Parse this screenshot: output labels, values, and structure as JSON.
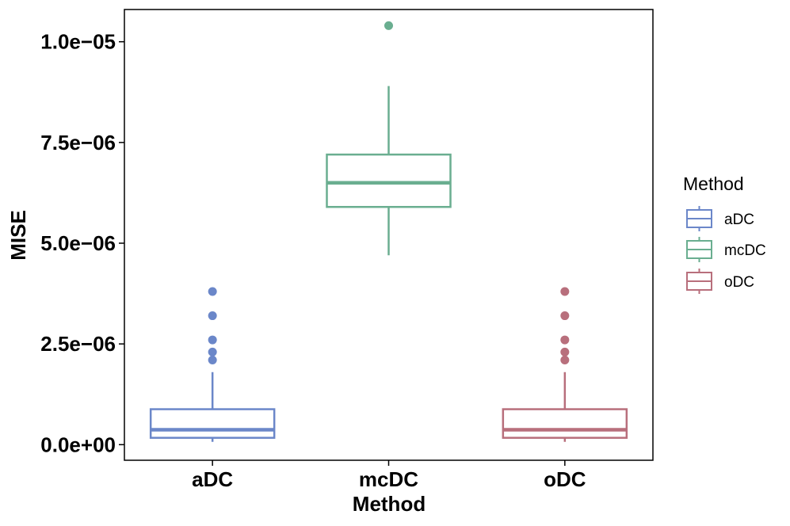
{
  "chart_data": {
    "type": "boxplot",
    "xlabel": "Method",
    "ylabel": "MISE",
    "ylim": [
      -3.87e-07,
      1.08e-05
    ],
    "yticks": [
      {
        "value": 0,
        "label": "0.0e+00"
      },
      {
        "value": 2.5e-06,
        "label": "2.5e−06"
      },
      {
        "value": 5e-06,
        "label": "5.0e−06"
      },
      {
        "value": 7.5e-06,
        "label": "7.5e−06"
      },
      {
        "value": 1e-05,
        "label": "1.0e−05"
      }
    ],
    "categories": [
      "aDC",
      "mcDC",
      "oDC"
    ],
    "boxes": [
      {
        "name": "aDC",
        "color": "#6b87c9",
        "whisker_low": 7e-08,
        "q1": 1.7e-07,
        "median": 3.7e-07,
        "q3": 8.8e-07,
        "whisker_high": 1.8e-06,
        "outliers": [
          2.1e-06,
          2.3e-06,
          2.6e-06,
          3.2e-06,
          3.8e-06
        ]
      },
      {
        "name": "mcDC",
        "color": "#6aae90",
        "whisker_low": 4.7e-06,
        "q1": 5.9e-06,
        "median": 6.5e-06,
        "q3": 7.2e-06,
        "whisker_high": 8.9e-06,
        "outliers": [
          1.04e-05
        ]
      },
      {
        "name": "oDC",
        "color": "#b86f7c",
        "whisker_low": 7e-08,
        "q1": 1.7e-07,
        "median": 3.7e-07,
        "q3": 8.8e-07,
        "whisker_high": 1.8e-06,
        "outliers": [
          2.1e-06,
          2.3e-06,
          2.6e-06,
          3.2e-06,
          3.8e-06
        ]
      }
    ],
    "legend": {
      "title": "Method",
      "position": "right",
      "entries": [
        "aDC",
        "mcDC",
        "oDC"
      ]
    },
    "grid": false
  }
}
